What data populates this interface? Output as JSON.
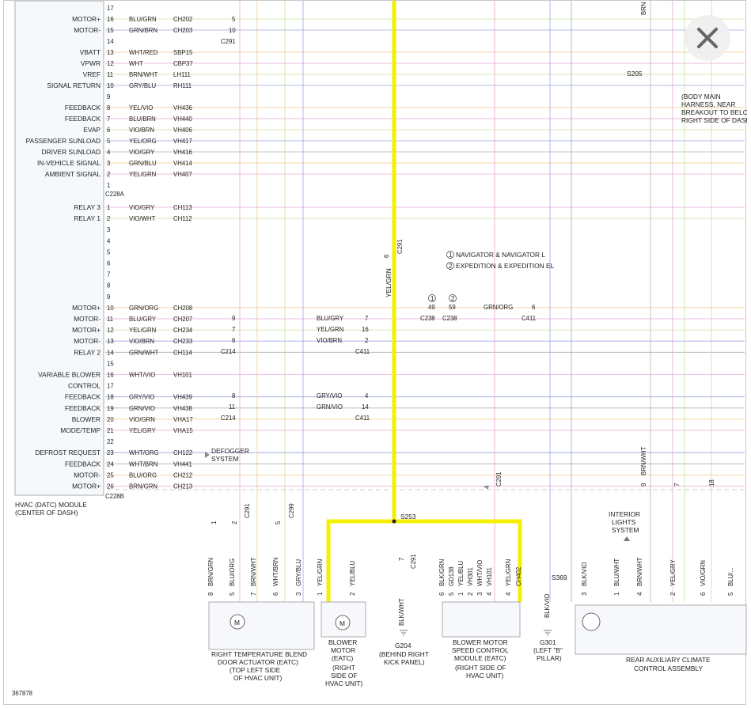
{
  "diagram": {
    "figure_id": "367878",
    "module": {
      "title_line1": "HVAC (DATC) MODULE",
      "title_line2": "(CENTER OF DASH)"
    },
    "connectors": {
      "c228a": "C228A",
      "c228b": "C228B"
    },
    "top_rows": [
      {
        "pin": "17",
        "label": "",
        "wire": "",
        "circuit": ""
      },
      {
        "pin": "16",
        "label": "MOTOR+",
        "wire": "BLU/GRN",
        "circuit": "CH202"
      },
      {
        "pin": "15",
        "label": "MOTOR-",
        "wire": "GRN/BRN",
        "circuit": "CH203"
      },
      {
        "pin": "14",
        "label": "",
        "wire": "",
        "circuit": ""
      },
      {
        "pin": "13",
        "label": "VBATT",
        "wire": "WHT/RED",
        "circuit": "SBP15"
      },
      {
        "pin": "12",
        "label": "VPWR",
        "wire": "WHT",
        "circuit": "CBP37"
      },
      {
        "pin": "11",
        "label": "VREF",
        "wire": "BRN/WHT",
        "circuit": "LH111"
      },
      {
        "pin": "10",
        "label": "SIGNAL RETURN",
        "wire": "GRY/BLU",
        "circuit": "RH111"
      },
      {
        "pin": "9",
        "label": "",
        "wire": "",
        "circuit": ""
      },
      {
        "pin": "8",
        "label": "FEEDBACK",
        "wire": "YEL/VIO",
        "circuit": "VH436"
      },
      {
        "pin": "7",
        "label": "FEEDBACK",
        "wire": "BLU/BRN",
        "circuit": "VH440"
      },
      {
        "pin": "6",
        "label": "EVAP",
        "wire": "VIO/BRN",
        "circuit": "VH406"
      },
      {
        "pin": "5",
        "label": "PASSENGER SUNLOAD",
        "wire": "YEL/ORG",
        "circuit": "VH417"
      },
      {
        "pin": "4",
        "label": "DRIVER SUNLOAD",
        "wire": "VIO/GRY",
        "circuit": "VH416"
      },
      {
        "pin": "3",
        "label": "IN-VEHICLE SIGNAL",
        "wire": "GRN/BLU",
        "circuit": "VH414"
      },
      {
        "pin": "2",
        "label": "AMBIENT SIGNAL",
        "wire": "YEL/GRN",
        "circuit": "VH407"
      },
      {
        "pin": "1",
        "label": "",
        "wire": "",
        "circuit": ""
      }
    ],
    "bottom_rows": [
      {
        "pin": "1",
        "label": "RELAY 3",
        "wire": "VIO/GRY",
        "circuit": "CH113"
      },
      {
        "pin": "2",
        "label": "RELAY 1",
        "wire": "VIO/WHT",
        "circuit": "CH112"
      },
      {
        "pin": "3",
        "label": "",
        "wire": "",
        "circuit": ""
      },
      {
        "pin": "4",
        "label": "",
        "wire": "",
        "circuit": ""
      },
      {
        "pin": "5",
        "label": "",
        "wire": "",
        "circuit": ""
      },
      {
        "pin": "6",
        "label": "",
        "wire": "",
        "circuit": ""
      },
      {
        "pin": "7",
        "label": "",
        "wire": "",
        "circuit": ""
      },
      {
        "pin": "8",
        "label": "",
        "wire": "",
        "circuit": ""
      },
      {
        "pin": "9",
        "label": "",
        "wire": "",
        "circuit": ""
      },
      {
        "pin": "10",
        "label": "MOTOR+",
        "wire": "GRN/ORG",
        "circuit": "CH208"
      },
      {
        "pin": "11",
        "label": "MOTOR-",
        "wire": "BLU/GRY",
        "circuit": "CH207"
      },
      {
        "pin": "12",
        "label": "MOTOR+",
        "wire": "YEL/GRN",
        "circuit": "CH234"
      },
      {
        "pin": "13",
        "label": "MOTOR-",
        "wire": "VIO/BRN",
        "circuit": "CH233"
      },
      {
        "pin": "14",
        "label": "RELAY 2",
        "wire": "GRN/WHT",
        "circuit": "CH114"
      },
      {
        "pin": "15",
        "label": "",
        "wire": "",
        "circuit": ""
      },
      {
        "pin": "16",
        "label": "VARIABLE BLOWER",
        "wire": "WHT/VIO",
        "circuit": "VH101"
      },
      {
        "pin": "17",
        "label": "CONTROL",
        "wire": "",
        "circuit": ""
      },
      {
        "pin": "18",
        "label": "FEEDBACK",
        "wire": "GRY/VIO",
        "circuit": "VH439"
      },
      {
        "pin": "19",
        "label": "FEEDBACK",
        "wire": "GRN/VIO",
        "circuit": "VH438"
      },
      {
        "pin": "20",
        "label": "BLOWER",
        "wire": "VIO/GRN",
        "circuit": "VHA17"
      },
      {
        "pin": "21",
        "label": "MODE/TEMP",
        "wire": "YEL/GRY",
        "circuit": "VHA15"
      },
      {
        "pin": "22",
        "label": "",
        "wire": "",
        "circuit": ""
      },
      {
        "pin": "23",
        "label": "DEFROST REQUEST",
        "wire": "WHT/ORG",
        "circuit": "CH122"
      },
      {
        "pin": "24",
        "label": "FEEDBACK",
        "wire": "WHT/BRN",
        "circuit": "VH441"
      },
      {
        "pin": "25",
        "label": "MOTOR-",
        "wire": "BLU/ORG",
        "circuit": "CH212"
      },
      {
        "pin": "26",
        "label": "MOTOR+",
        "wire": "BRN/GRN",
        "circuit": "CH213"
      }
    ],
    "inline_pins": {
      "c291_16": "5",
      "c291_15": "10",
      "c291": "C291",
      "c214_11": "9",
      "c214_12": "7",
      "c214_13": "6",
      "c214": "C214",
      "c214_18": "8",
      "c214_19": "11",
      "c214b": "C214"
    },
    "mid_wires": {
      "w11": "BLU/GRY",
      "w12": "YEL/GRN",
      "w13": "VIO/BRN",
      "p11": "7",
      "p12": "16",
      "p13": "2",
      "c411": "C411",
      "w18": "GRY/VIO",
      "w19": "GRN/VIO",
      "p18": "4",
      "p19": "14",
      "c411b": "C411"
    },
    "c238": {
      "pin_a": "49",
      "pin_b": "59",
      "label_a": "C238",
      "label_b": "C238",
      "wire": "GRN/ORG",
      "pin_c": "6",
      "label_c": "C411",
      "marker_1": "1",
      "marker_2": "2"
    },
    "legend": {
      "marker_1": "1",
      "marker_2": "2",
      "item1": "NAVIGATOR & NAVIGATOR L",
      "item2": "EXPEDITION & EXPEDITION EL"
    },
    "yellow_wire": {
      "label": "YEL/GRN",
      "pin": "6",
      "connector": "C291",
      "splice": "S253"
    },
    "defogger": {
      "line1": "DEFOGGER",
      "line2": "SYSTEM"
    },
    "s205": {
      "name": "S205",
      "note": [
        "(BODY MAIN",
        "HARNESS, NEAR",
        "BREAKOUT TO BELOW",
        "RIGHT SIDE OF DASH)"
      ]
    },
    "top_right_wire": "BRN",
    "s369": "S369",
    "c291_lower": {
      "pin": "4",
      "label": "C291"
    },
    "right_pins": {
      "p9": "9",
      "p7": "7",
      "p18": "18",
      "brn_wht": "BRN/WHT"
    },
    "interior_lights": [
      "INTERIOR",
      "LIGHTS",
      "SYSTEM"
    ],
    "actuator_conn": [
      {
        "pin": "1",
        "label": "",
        "c": ""
      },
      {
        "pin": "2",
        "label": "C291",
        "c": ""
      },
      {
        "pin": "5",
        "label": "C299",
        "c": ""
      }
    ],
    "bottom_wires": [
      {
        "pin": "8",
        "wire": "BRN/GRN"
      },
      {
        "pin": "5",
        "wire": "BLU/ORG"
      },
      {
        "pin": "7",
        "wire": "BRN/WHT"
      },
      {
        "pin": "6",
        "wire": "WHT/BRN"
      },
      {
        "pin": "3",
        "wire": "GRY/BLU"
      },
      {
        "pin": "1",
        "wire": "YEL/GRN"
      },
      {
        "pin": "2",
        "wire": "YEL/BLU"
      },
      {
        "pin": "7",
        "wire": "BLK/WHT"
      },
      {
        "pin": "6",
        "wire": "BLK/GRN"
      },
      {
        "pin": "5",
        "wire": "GD138"
      },
      {
        "pin": "1",
        "wire": "YEL/BLU"
      },
      {
        "pin": "2",
        "wire": "VH301"
      },
      {
        "pin": "3",
        "wire": "WHT/VIO"
      },
      {
        "pin": "4",
        "wire": "VH101"
      },
      {
        "pin": "4",
        "wire": "YEL/GRN"
      },
      {
        "pin": "",
        "wire": "CH402"
      },
      {
        "pin": "3",
        "wire": "BLK/VIO"
      },
      {
        "pin": "1",
        "wire": "BLU/WHT"
      },
      {
        "pin": "4",
        "wire": "BRN/WHT"
      },
      {
        "pin": "2",
        "wire": "YEL/GRY"
      },
      {
        "pin": "6",
        "wire": "VIO/GRN"
      },
      {
        "pin": "5",
        "wire": "BLU/..."
      }
    ],
    "ground_c291": {
      "pin": "7",
      "label": "C291"
    },
    "components": {
      "actuator": [
        "RIGHT TEMPERATURE BLEND",
        "DOOR ACTUATOR (EATC)",
        "(TOP LEFT SIDE",
        "OF HVAC UNIT)"
      ],
      "blower_motor": [
        "BLOWER",
        "MOTOR",
        "(EATC)",
        "(RIGHT",
        "SIDE OF",
        "HVAC UNIT)"
      ],
      "g204": [
        "G204",
        "(BEHIND RIGHT",
        "KICK PANEL)"
      ],
      "speed_module": [
        "BLOWER MOTOR",
        "SPEED CONTROL",
        "MODULE (EATC)",
        "(RIGHT SIDE OF",
        "HVAC UNIT)"
      ],
      "g301": [
        "G301",
        "(LEFT \"B\"",
        "PILLAR)"
      ],
      "rear_aux": [
        "REAR AUXILIARY CLIMATE",
        "CONTROL ASSEMBLY"
      ],
      "motor_symbol": "M",
      "blk_vio": "BLK/VIO"
    }
  },
  "colors": {
    "highlight": "#f5f000",
    "wire_pink": "#e6a9d6",
    "wire_green": "#c7e39a",
    "wire_blue": "#9aa6e0",
    "wire_gray": "#b0b0b0",
    "wire_orange": "#f3c98c",
    "wire_brown": "#c49a6c"
  },
  "ui": {
    "close_icon": "close-icon"
  }
}
